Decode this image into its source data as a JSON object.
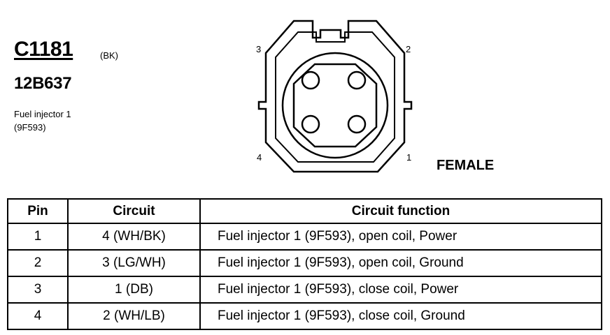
{
  "connector": {
    "id": "C1181",
    "color_code": "(BK)",
    "part_number": "12B637",
    "description_line1": "Fuel injector 1",
    "description_line2": "(9F593)",
    "gender": "FEMALE",
    "pin_numbers": {
      "top_left": "3",
      "top_right": "2",
      "bottom_left": "4",
      "bottom_right": "1"
    }
  },
  "table": {
    "headers": {
      "pin": "Pin",
      "circuit": "Circuit",
      "function": "Circuit function"
    },
    "rows": [
      {
        "pin": "1",
        "circuit": "4 (WH/BK)",
        "function": "Fuel injector 1 (9F593), open coil, Power"
      },
      {
        "pin": "2",
        "circuit": "3 (LG/WH)",
        "function": "Fuel injector 1 (9F593), open coil, Ground"
      },
      {
        "pin": "3",
        "circuit": "1 (DB)",
        "function": "Fuel injector 1 (9F593), close coil, Power"
      },
      {
        "pin": "4",
        "circuit": "2 (WH/LB)",
        "function": "Fuel injector 1 (9F593), close coil, Ground"
      }
    ]
  }
}
